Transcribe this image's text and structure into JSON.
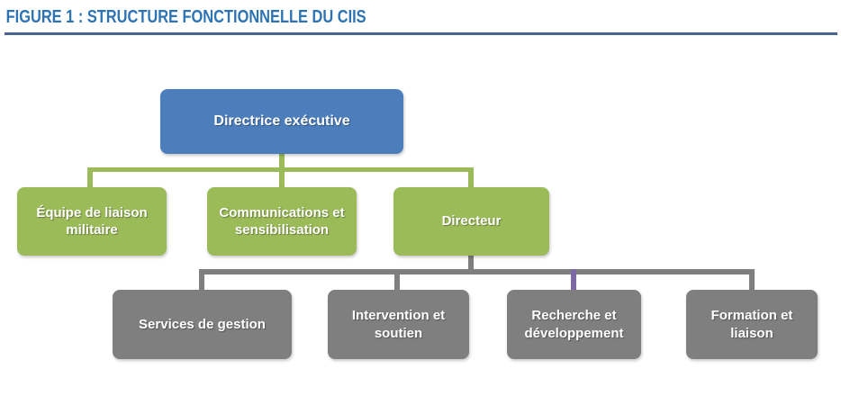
{
  "figure": {
    "title": "FIGURE 1 : STRUCTURE FONCTIONNELLE DU CIIS"
  },
  "colors": {
    "title_text": "#2E74B5",
    "title_rule": "#4A648F",
    "executive_blue": "#4D7EBC",
    "level2_green": "#9BBB59",
    "level3_gray": "#7F7F7F",
    "connector_purple": "#7C68A4"
  },
  "org_chart": {
    "root": {
      "label": "Directrice exécutive"
    },
    "level2": [
      {
        "label": "Équipe de liaison militaire"
      },
      {
        "label": "Communications et sensibilisation"
      },
      {
        "label": "Directeur"
      }
    ],
    "level3": [
      {
        "label": "Services de gestion"
      },
      {
        "label": "Intervention et soutien"
      },
      {
        "label": "Recherche et développement"
      },
      {
        "label": "Formation et liaison"
      }
    ]
  }
}
